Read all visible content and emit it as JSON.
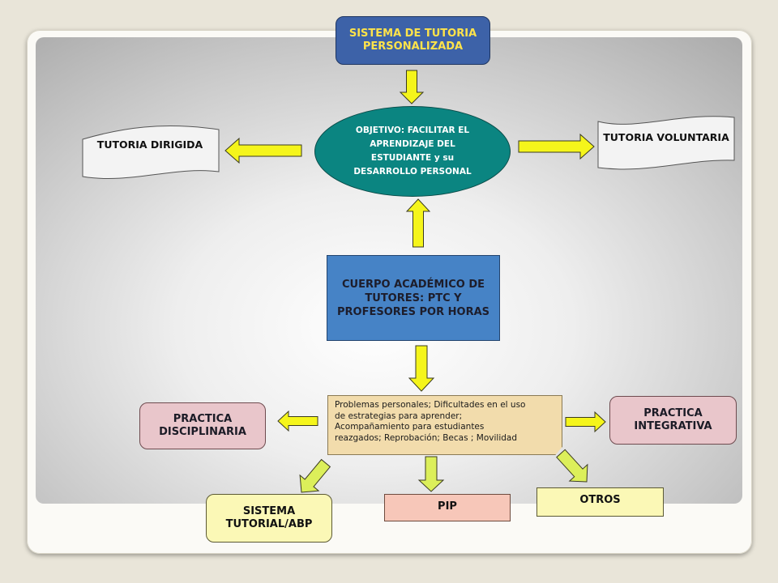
{
  "diagram": {
    "sistema": "SISTEMA DE TUTORIA PERSONALIZADA",
    "objetivo": "OBJETIVO: FACILITAR EL APRENDIZAJE DEL ESTUDIANTE y su DESARROLLO PERSONAL",
    "cuerpo": "CUERPO ACADÉMICO DE TUTORES: PTC Y PROFESORES POR HORAS",
    "problemas": [
      "Problemas personales; Dificultades en el uso",
      "de estrategias para aprender;",
      "Acompañamiento para estudiantes",
      "reazgados; Reprobación; Becas ; Movilidad"
    ],
    "tutoria_dirigida": "TUTORIA DIRIGIDA",
    "tutoria_voluntaria": "TUTORIA VOLUNTARIA",
    "practica_disciplinaria": "PRACTICA DISCIPLINARIA",
    "practica_integrativa": "PRACTICA INTEGRATIVA",
    "sistema_tutorial": "SISTEMA TUTORIAL/ABP",
    "pip": "PIP",
    "otros": "OTROS"
  },
  "colors": {
    "arrow_fill": "#f5f51b",
    "arrow_stroke": "#3a3a20",
    "arrow_lime": "#dcef5a"
  }
}
